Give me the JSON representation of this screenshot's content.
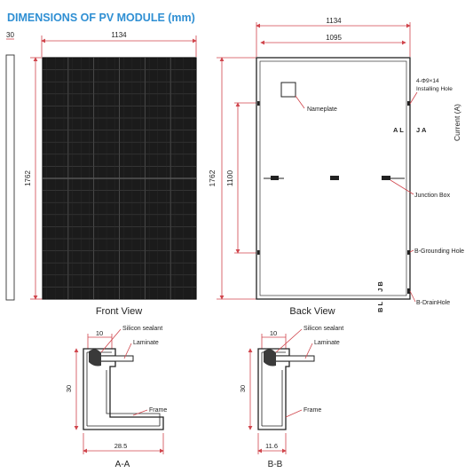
{
  "title": "DIMENSIONS OF PV MODULE (mm)",
  "front_view": {
    "side_thickness": "30",
    "width": "1134",
    "height": "1762",
    "label": "Front View"
  },
  "back_view": {
    "overall_width": "1134",
    "hole_spacing": "1095",
    "height": "1762",
    "mounting_spacing": "1100",
    "label": "Back View",
    "callouts": {
      "nameplate": "Nameplate",
      "mounting_hole_spec": "4-Φ9×14",
      "mounting_hole": "Installing Hole",
      "junction_box": "Junction Box",
      "grounding_hole": "B-Grounding Hole",
      "drain_hole": "B-DrainHole",
      "current": "Current (A)",
      "section_a_left": "A L",
      "section_a_right": "J A",
      "section_b_right": "J B",
      "section_b_left": "B L"
    }
  },
  "section_aa": {
    "top_dim": "10",
    "height_dim": "30",
    "bottom_dim": "28.5",
    "silicon": "Silicon sealant",
    "laminate": "Laminate",
    "frame": "Frame",
    "label": "A-A"
  },
  "section_bb": {
    "top_dim": "10",
    "height_dim": "30",
    "bottom_dim": "11.6",
    "silicon": "Silicon sealant",
    "laminate": "Laminate",
    "frame": "Frame",
    "label": "B-B"
  },
  "colors": {
    "title": "#2f8fd3",
    "dimension_lines": "#d0454c",
    "outline": "#222222",
    "panel_cells": "#1b1b1b",
    "cell_grid": "#555555"
  }
}
